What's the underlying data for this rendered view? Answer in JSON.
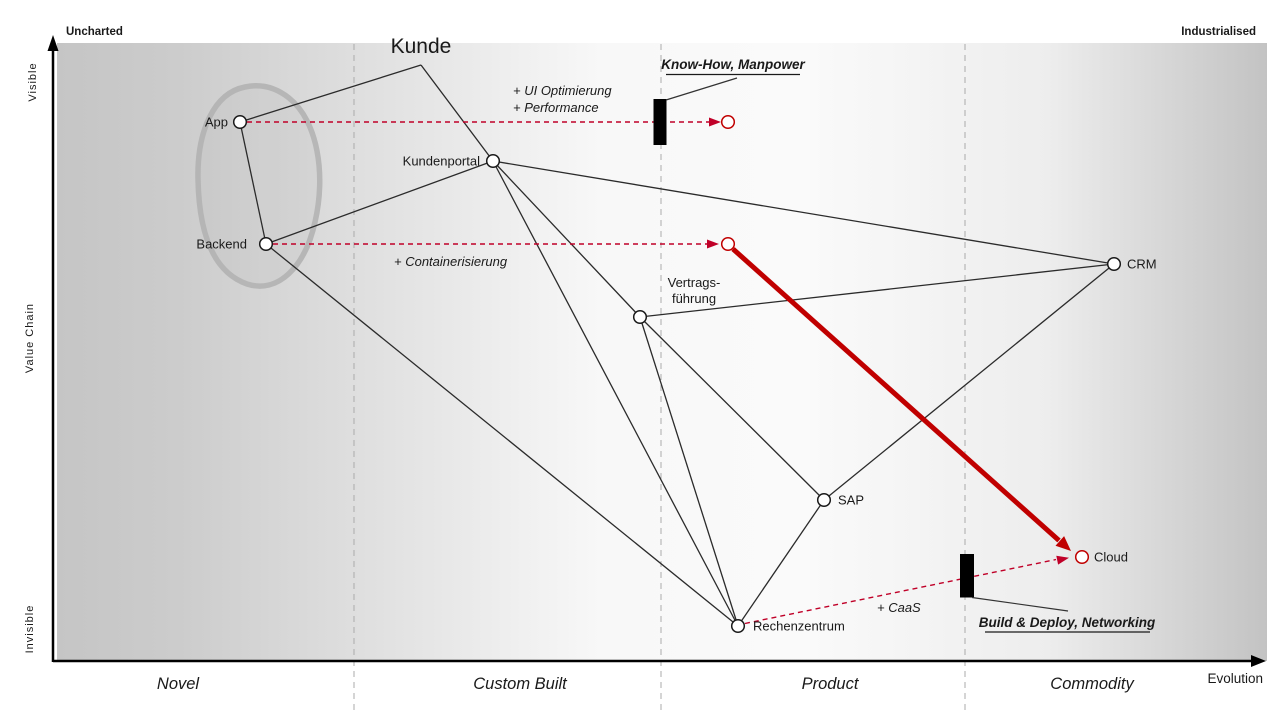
{
  "map": {
    "corners": {
      "top_left": "Uncharted",
      "top_right": "Industrialised"
    },
    "y_axis": {
      "title": "Value Chain",
      "top_label": "Visible",
      "bottom_label": "Invisible"
    },
    "x_axis": {
      "title": "Evolution",
      "stages": [
        "Novel",
        "Custom Built",
        "Product",
        "Commodity"
      ]
    },
    "nodes": {
      "kunde": "Kunde",
      "app": "App",
      "backend": "Backend",
      "kundenportal": "Kundenportal",
      "vertragsfuehrung": [
        "Vertrags-",
        "führung"
      ],
      "sap": "SAP",
      "rechenzentrum": "Rechenzentrum",
      "crm": "CRM",
      "cloud": "Cloud"
    },
    "annotations": {
      "app_movement": [
        "+ UI Optimierung",
        "+ Performance"
      ],
      "backend_movement": "+ Containerisierung",
      "rechenzentrum_movement": "+ CaaS",
      "app_barrier": "Know-How, Manpower",
      "rechenzentrum_barrier": "Build & Deploy, Networking"
    },
    "colors": {
      "movement_red": "#c00000",
      "dashed_red": "#c00028",
      "node_stroke": "#1a1a1a",
      "barrier_black": "#000000",
      "blob_gray": "#b1b1b1"
    }
  }
}
